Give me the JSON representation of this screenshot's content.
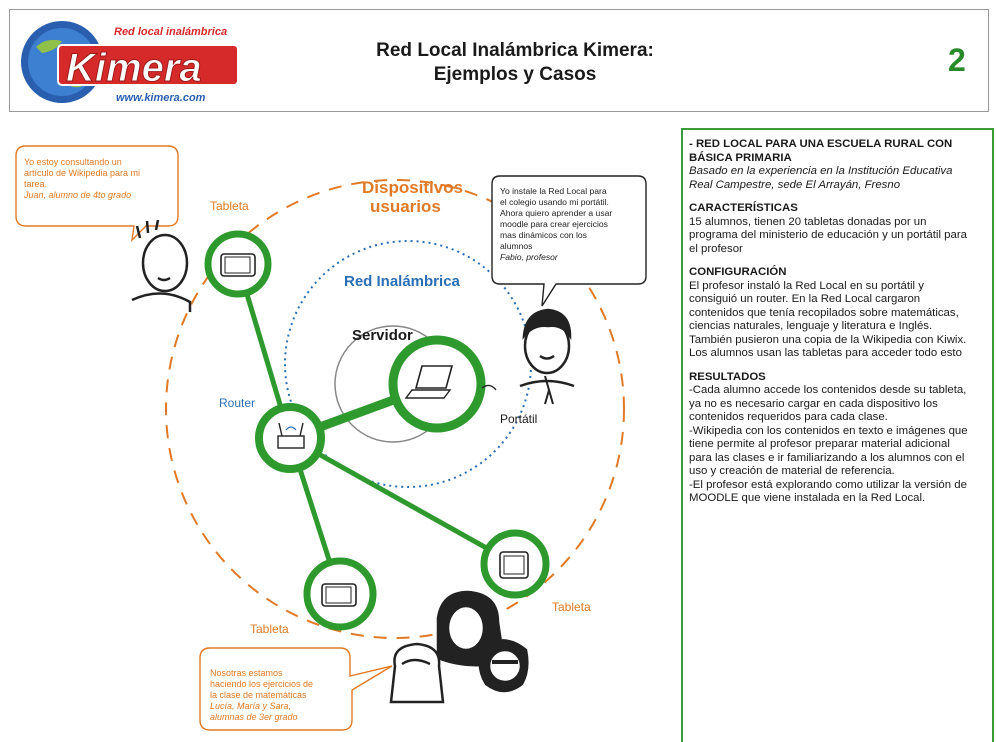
{
  "header": {
    "logo": {
      "tagline": "Red local inalámbrica",
      "brand": "Kimera",
      "url": "www.kimera.com"
    },
    "title_line1": "Red Local Inalámbrica Kimera:",
    "title_line2": "Ejemplos y Casos",
    "page_number": "2"
  },
  "diagram": {
    "labels": {
      "devices": "Dispositivos",
      "devices2": "usuarios",
      "wireless": "Red Inalámbrica",
      "server": "Servidor",
      "router": "Router",
      "laptop": "Portátil",
      "tablet_top": "Tableta",
      "tablet_bottom_left": "Tableta",
      "tablet_bottom_right": "Tableta"
    },
    "bubbles": {
      "juan": {
        "lines": [
          "Yo estoy consultando un",
          "artículo de Wikipedia para mi",
          "tarea."
        ],
        "author": "Juan, alumno de 4to grado"
      },
      "fabio": {
        "lines": [
          "Yo instale la Red Local para",
          "el colegio usando mi portátil.",
          "Ahora quiero aprender a usar",
          "moodle para crear ejercicios",
          "mas dinámicos con los",
          "alumnos"
        ],
        "author": "Fabio, profesor"
      },
      "students": {
        "lines": [
          "Nosotras estamos",
          "haciendo los ejercicios de",
          "la clase de matemáticas"
        ],
        "author_lines": [
          "Lucía, María y Sara,",
          "alumnas de 3er grado"
        ]
      }
    },
    "colors": {
      "green": "#2e9a2e",
      "orange": "#e07a26",
      "blue": "#2a6fb5"
    }
  },
  "panel": {
    "heading_line1": "- RED LOCAL PARA UNA ESCUELA RURAL CON",
    "heading_line2": "BÁSICA PRIMARIA",
    "based_line1": "Basado en la experiencia en la Institución Educativa",
    "based_line2": "Real Campestre, sede El Arrayán, Fresno",
    "characteristics_title": "CARACTERÍSTICAS",
    "characteristics_lines": [
      "15 alumnos, tienen 20 tabletas donadas por un",
      "programa del ministerio de educación y un portátil para",
      "el profesor"
    ],
    "configuration_title": "CONFIGURACIÓN",
    "configuration_lines": [
      "El profesor instaló la Red Local en su portátil y",
      "consiguió un router. En la Red Local cargaron",
      "contenidos que tenía recopilados sobre matemáticas,",
      "ciencias naturales, lenguaje y literatura e Inglés.",
      "También pusieron una copia de la Wikipedia con Kiwix.",
      "Los alumnos usan las tabletas para acceder todo esto"
    ],
    "results_title": "RESULTADOS",
    "results_lines": [
      "-Cada alumno accede los contenidos desde su tableta,",
      "ya no es necesario cargar  en cada dispositivo los",
      "contenidos requeridos para cada clase.",
      "-Wikipedia con los contenidos en texto e imágenes que",
      "tiene permite al profesor preparar material adicional",
      "para las clases e ir familiarizando a los alumnos con el",
      "uso y creación de material de referencia.",
      "-El profesor está explorando como utilizar la versión de",
      "MOODLE que viene instalada en la Red Local."
    ]
  }
}
